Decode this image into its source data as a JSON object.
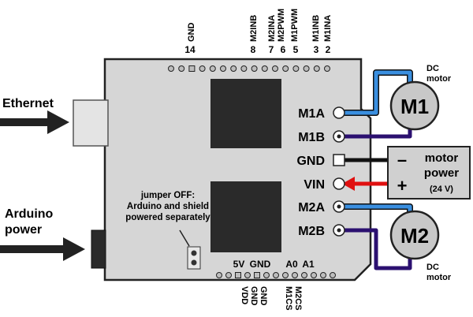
{
  "left_labels": {
    "ethernet": "Ethernet",
    "arduino_power_line1": "Arduino",
    "arduino_power_line2": "power"
  },
  "top_pins": {
    "gnd_name": "GND",
    "gnd_num": "14",
    "m2inb_name": "M2INB",
    "m2inb_num": "8",
    "m2ina_name": "M2INA",
    "m2ina_num": "7",
    "m2pwm_name": "M2PWM",
    "m2pwm_num": "6",
    "m1pwm_name": "M1PWM",
    "m1pwm_num": "5",
    "m1inb_name": "M1INB",
    "m1inb_num": "3",
    "m1ina_name": "M1INA",
    "m1ina_num": "2"
  },
  "terminals": {
    "m1a": "M1A",
    "m1b": "M1B",
    "gnd": "GND",
    "vin": "VIN",
    "m2a": "M2A",
    "m2b": "M2B"
  },
  "jumper_note": {
    "line1": "jumper OFF:",
    "line2": "Arduino and shield",
    "line3": "powered separately"
  },
  "bottom_header": {
    "v5": "5V",
    "gnd": "GND",
    "a0": "A0",
    "a1": "A1"
  },
  "bottom_pins": {
    "vdd": "VDD",
    "gnd": "GND",
    "m1cs": "M1CS",
    "m2cs": "M2CS"
  },
  "motor1": {
    "label": "M1",
    "caption1": "DC",
    "caption2": "motor"
  },
  "motor2": {
    "label": "M2",
    "caption1": "DC",
    "caption2": "motor"
  },
  "power_supply": {
    "line1": "motor",
    "line2": "power",
    "voltage": "(24 V)",
    "minus": "–",
    "plus": "+"
  },
  "colors": {
    "board": "#d6d6d6",
    "chip": "#2a2a2a",
    "wire_blue": "#3a8fe0",
    "wire_purple": "#2b1070",
    "wire_red": "#e01010",
    "wire_black": "#111111",
    "motor": "#c8c8c8"
  }
}
